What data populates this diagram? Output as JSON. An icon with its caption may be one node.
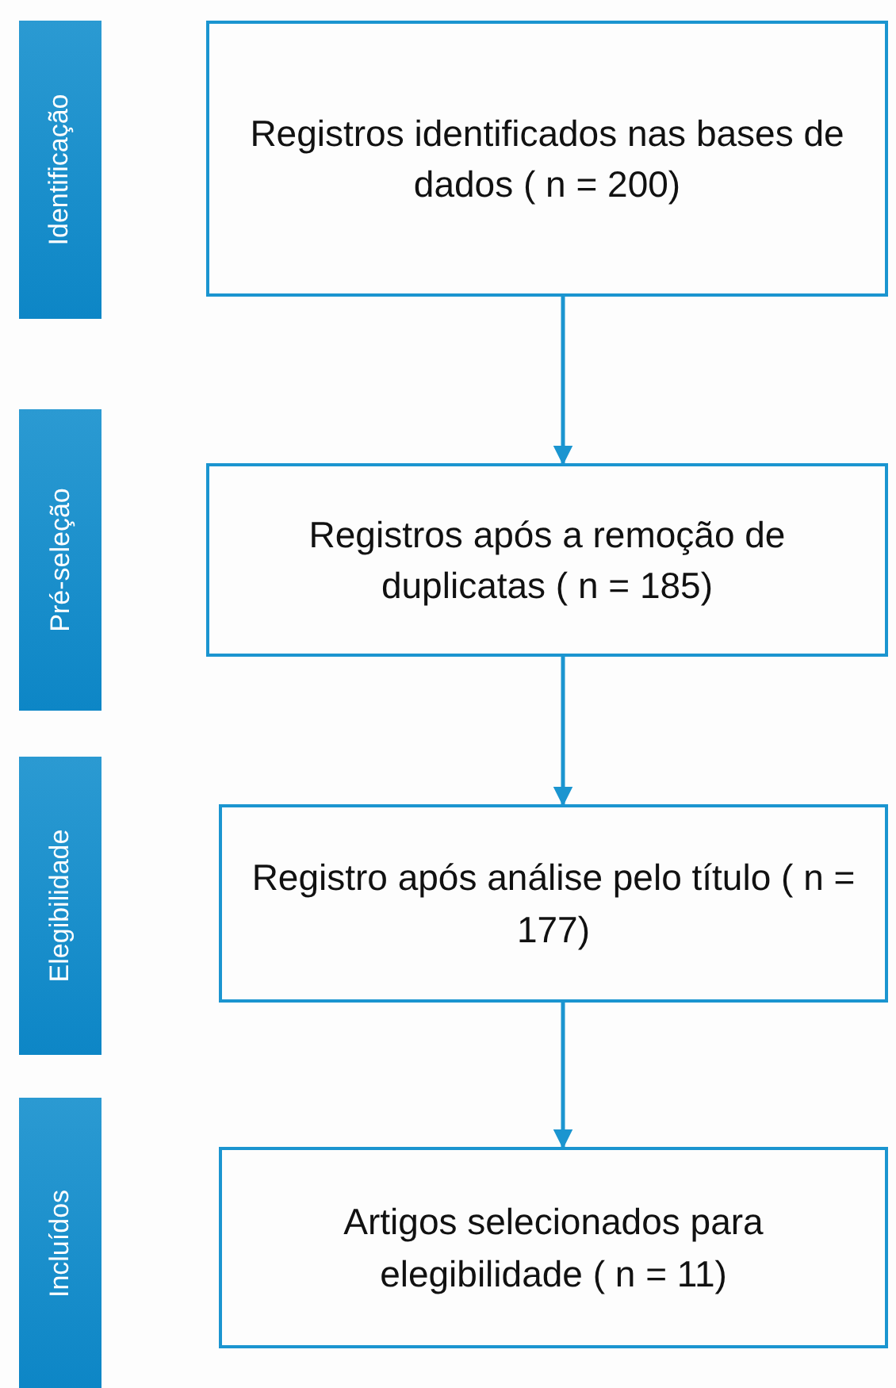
{
  "diagram": {
    "nodes": [
      {
        "text": [
          "Identificação"
        ]
      },
      {
        "text": [
          "Registros identificados nas bases de dados ( n = 200)"
        ]
      },
      {
        "text": [
          "Pré-seleção"
        ]
      },
      {
        "text": [
          "Registros após a remoção de duplicatas ( n = 185)"
        ]
      },
      {
        "text": [
          "Elegibilidade"
        ]
      },
      {
        "text": [
          "Registro após análise pelo título ( n = 177)"
        ]
      },
      {
        "text": [
          "Incluídos"
        ]
      },
      {
        "text": [
          "Artigos selecionados para elegibilidade ( n = 11)"
        ]
      }
    ],
    "edges": [
      {
        "from": 1,
        "to": 3,
        "arrow": "to"
      },
      {
        "from": 3,
        "to": 5,
        "arrow": "to"
      },
      {
        "from": 5,
        "to": 7,
        "arrow": "to"
      }
    ]
  }
}
